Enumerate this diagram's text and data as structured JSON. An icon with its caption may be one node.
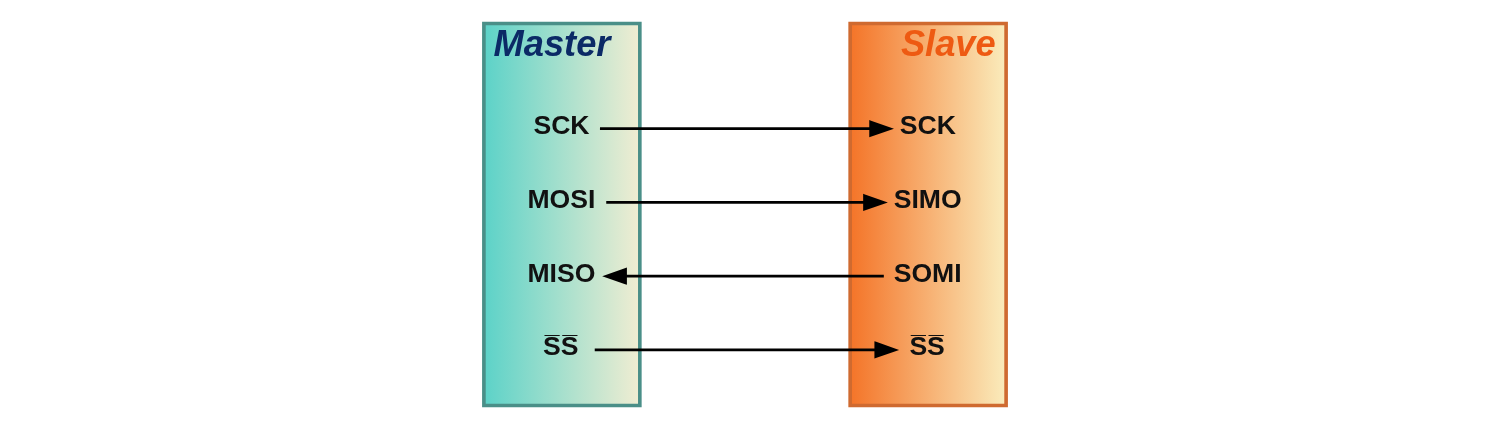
{
  "diagram": {
    "nodes": [
      {
        "text": [
          "Master"
        ]
      },
      {
        "text": [
          "SCK"
        ],
        "in": 0
      },
      {
        "text": [
          "MOSI"
        ],
        "in": 0
      },
      {
        "text": [
          "MISO"
        ],
        "in": 0
      },
      {
        "text": [
          "S̅S̅"
        ],
        "in": 0
      },
      {
        "text": [
          "Slave"
        ]
      },
      {
        "text": [
          "SCK"
        ],
        "in": 5
      },
      {
        "text": [
          "SIMO"
        ],
        "in": 5
      },
      {
        "text": [
          "SOMI"
        ],
        "in": 5
      },
      {
        "text": [
          "S̅S̅"
        ],
        "in": 5
      }
    ],
    "edges": [
      {
        "from": 1,
        "to": 6,
        "arrow": "to"
      },
      {
        "from": 2,
        "to": 7,
        "arrow": "to"
      },
      {
        "from": 8,
        "to": 3,
        "arrow": "to"
      },
      {
        "from": 4,
        "to": 9,
        "arrow": "to"
      }
    ]
  }
}
